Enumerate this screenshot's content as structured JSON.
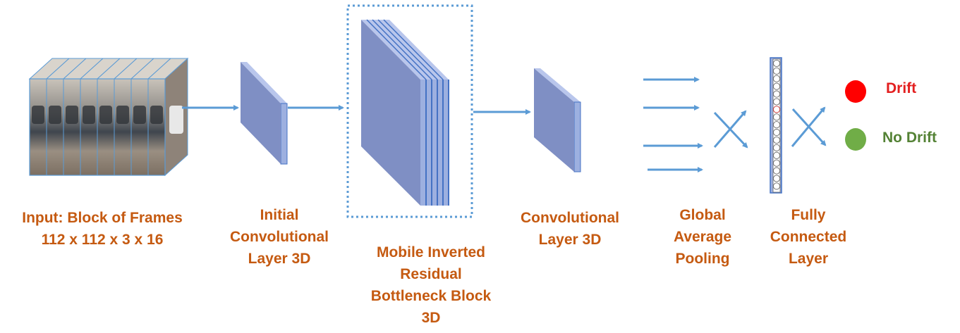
{
  "colors": {
    "label": "#c55a11",
    "arrow": "#5b9bd5",
    "block_front": "#7f8fc4",
    "block_side": "#9db0e0",
    "block_top": "#b9c6ec",
    "drift_node": "#ff0000",
    "drift_text": "#e31f1f",
    "no_drift_node": "#70ad47",
    "no_drift_text": "#548235"
  },
  "labels": {
    "input": [
      "Input: Block of Frames",
      "112 x 112 x 3 x 16"
    ],
    "initial_conv": [
      "Initial",
      "Convolutional",
      "Layer 3D"
    ],
    "mbconv": [
      "Mobile Inverted",
      "Residual",
      "Bottleneck Block",
      "3D"
    ],
    "conv": [
      "Convolutional",
      "Layer 3D"
    ],
    "gap": [
      "Global",
      "Average",
      "Pooling"
    ],
    "fc": [
      "Fully",
      "Connected",
      "Layer"
    ]
  },
  "outputs": {
    "drift": "Drift",
    "no_drift": "No Drift"
  },
  "icons": {
    "input": "video-frame-stack-icon"
  }
}
